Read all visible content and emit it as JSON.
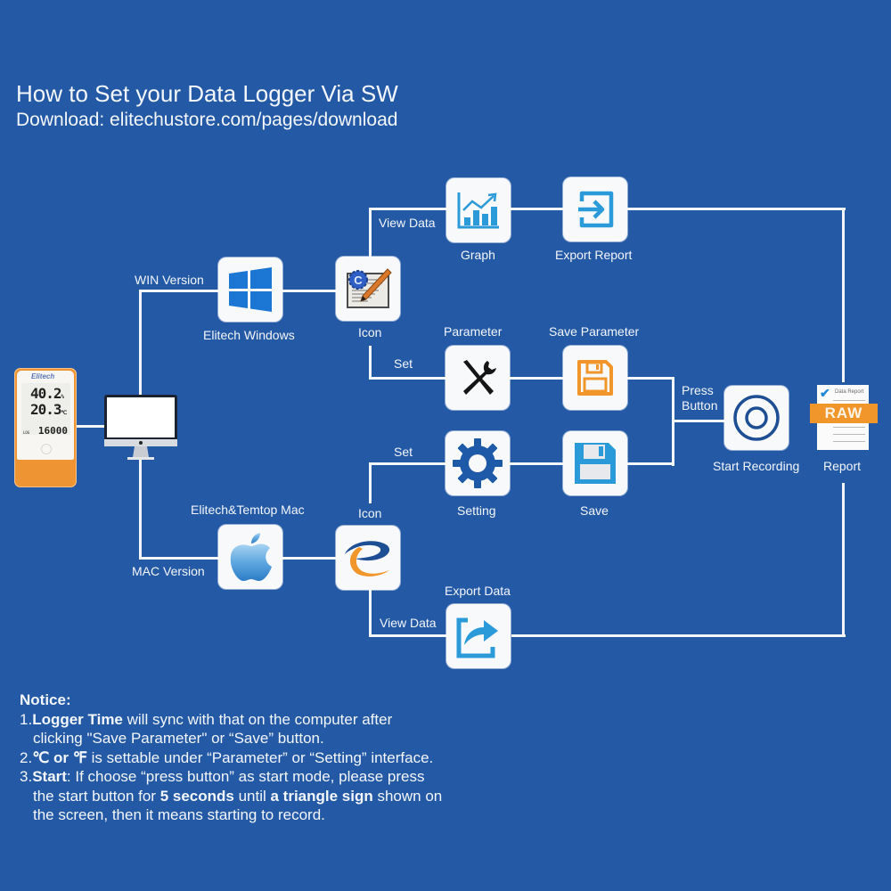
{
  "header": {
    "title": "How to Set your Data Logger Via SW",
    "subtitle": "Download: elitechustore.com/pages/download"
  },
  "device": {
    "brand": "Elitech",
    "reading_1": "40.2",
    "reading_1_unit": "%",
    "reading_2": "20.3",
    "reading_2_unit": "℃",
    "reading_3_prefix": "LOG",
    "reading_3": "16000"
  },
  "branches": {
    "win_label": "WIN Version",
    "mac_label": "MAC Version"
  },
  "nodes": {
    "elitech_windows": "Elitech Windows",
    "win_icon": "Icon",
    "graph": "Graph",
    "export_report": "Export Report",
    "parameter": "Parameter",
    "save_parameter": "Save Parameter",
    "setting": "Setting",
    "save": "Save",
    "start_recording": "Start Recording",
    "report": "Report",
    "mac_app": "Elitech&Temtop Mac",
    "mac_icon": "Icon",
    "export_data": "Export Data"
  },
  "edges": {
    "win_view_data": "View Data",
    "win_set": "Set",
    "mac_set": "Set",
    "mac_view_data": "View Data",
    "press_button_1": "Press",
    "press_button_2": "Button"
  },
  "report_icon": {
    "header": "Data Report",
    "badge": "RAW"
  },
  "notice": {
    "title": "Notice:",
    "items": [
      {
        "num": "1.",
        "bold": "Logger Time",
        "text_a": " will sync with that on the computer after",
        "text_b": "clicking \"Save Parameter\" or “Save” button."
      },
      {
        "num": "2.",
        "bold": "℃ or ℉",
        "text_a": " is settable under “Parameter” or “Setting” interface."
      },
      {
        "num": "3.",
        "bold": "Start",
        "text_a": ": If choose “press button” as start mode, please press",
        "text_b_1": "the start button for ",
        "text_b_bold_1": "5 seconds",
        "text_b_2": " until ",
        "text_b_bold_2": "a triangle sign",
        "text_b_3": " shown on",
        "text_c": "the screen, then it means starting to record."
      }
    ]
  },
  "colors": {
    "background": "#2459a5",
    "line": "#f3f6fa",
    "tile": "#f7f9fb",
    "accent_blue": "#1f86d6",
    "accent_orange": "#f0962b",
    "dark_blue": "#1e5aa8"
  }
}
